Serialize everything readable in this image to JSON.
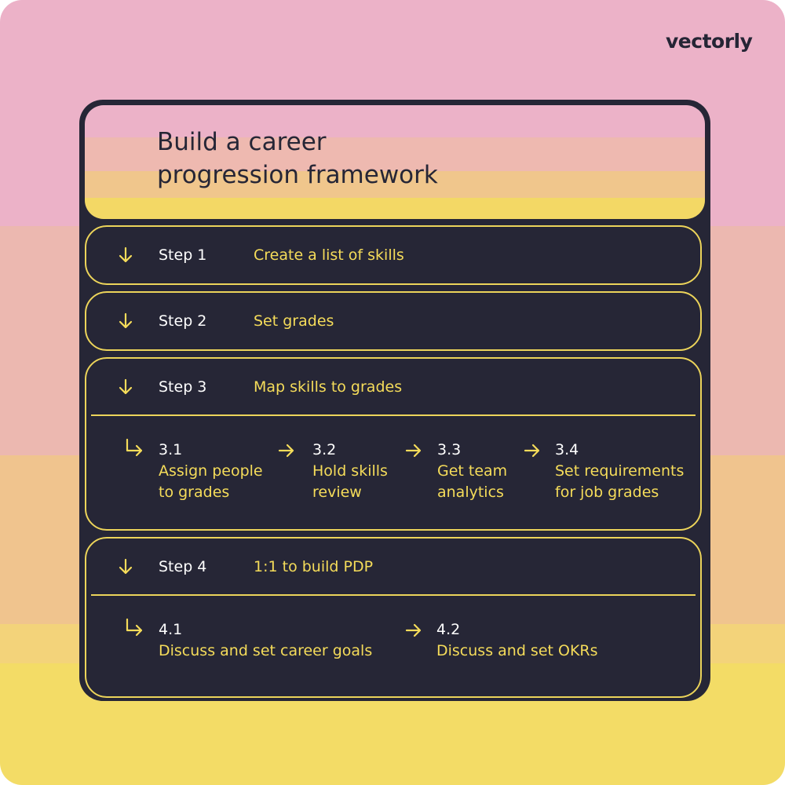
{
  "brand": {
    "logo": "vectorly"
  },
  "title": {
    "line1": "Build a career",
    "line2": "progression framework"
  },
  "steps": [
    {
      "label": "Step 1",
      "title": "Create a list of skills"
    },
    {
      "label": "Step 2",
      "title": "Set grades"
    },
    {
      "label": "Step 3",
      "title": "Map skills to grades",
      "substeps": [
        {
          "num": "3.1",
          "line1": "Assign people",
          "line2": "to grades"
        },
        {
          "num": "3.2",
          "line1": "Hold skills",
          "line2": "review"
        },
        {
          "num": "3.3",
          "line1": "Get team",
          "line2": "analytics"
        },
        {
          "num": "3.4",
          "line1": "Set requirements",
          "line2": "for job grades"
        }
      ]
    },
    {
      "label": "Step 4",
      "title": "1:1 to build PDP",
      "substeps": [
        {
          "num": "4.1",
          "line1": "Discuss and set career goals"
        },
        {
          "num": "4.2",
          "line1": "Discuss and set OKRs"
        }
      ]
    }
  ],
  "icons": {
    "step": "arrow-down-icon",
    "substep_start": "corner-down-right-icon",
    "substep_next": "arrow-right-icon"
  },
  "colors": {
    "panel": "#262636",
    "accent": "#f5dc5a",
    "step_label": "#ffffff",
    "pink": "#ecb2c8",
    "yellow": "#f3dc66"
  }
}
